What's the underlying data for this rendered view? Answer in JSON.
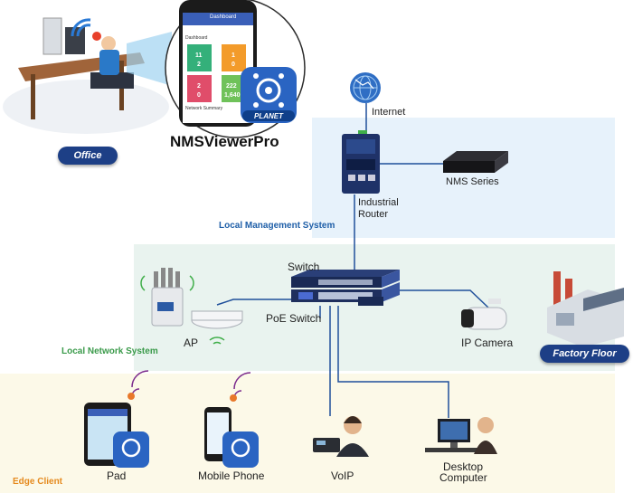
{
  "app_title": "NMSViewerPro",
  "location_badges": {
    "office": "Office",
    "factory": "Factory Floor"
  },
  "zone_labels": {
    "management": "Local Management System",
    "network": "Local Network System",
    "edge": "Edge Client"
  },
  "devices": {
    "internet": "Internet",
    "router_line1": "Industrial",
    "router_line2": "Router",
    "nms": "NMS Series",
    "switch": "Switch",
    "poe_switch": "PoE Switch",
    "ap": "AP",
    "ip_camera": "IP Camera",
    "pad": "Pad",
    "mobile_phone": "Mobile Phone",
    "voip": "VoIP",
    "desktop_line1": "Desktop",
    "desktop_line2": "Computer"
  },
  "phone_app": {
    "header": "Dashboard",
    "section": "Dashboard",
    "tiles": [
      "11",
      "1",
      "2",
      "0",
      "2",
      "222",
      "0",
      "1,640"
    ],
    "footer": "Network Summary"
  },
  "brand": "PLANET",
  "colors": {
    "management_zone": "#e7f2fb",
    "network_zone": "#e9f3ef",
    "edge_zone": "#fcf9e8",
    "management_label": "#1f5fa8",
    "network_label": "#3a9a4a",
    "edge_label": "#e58a1e",
    "badge": "#1d3f86",
    "link": "#1f4f9a"
  }
}
